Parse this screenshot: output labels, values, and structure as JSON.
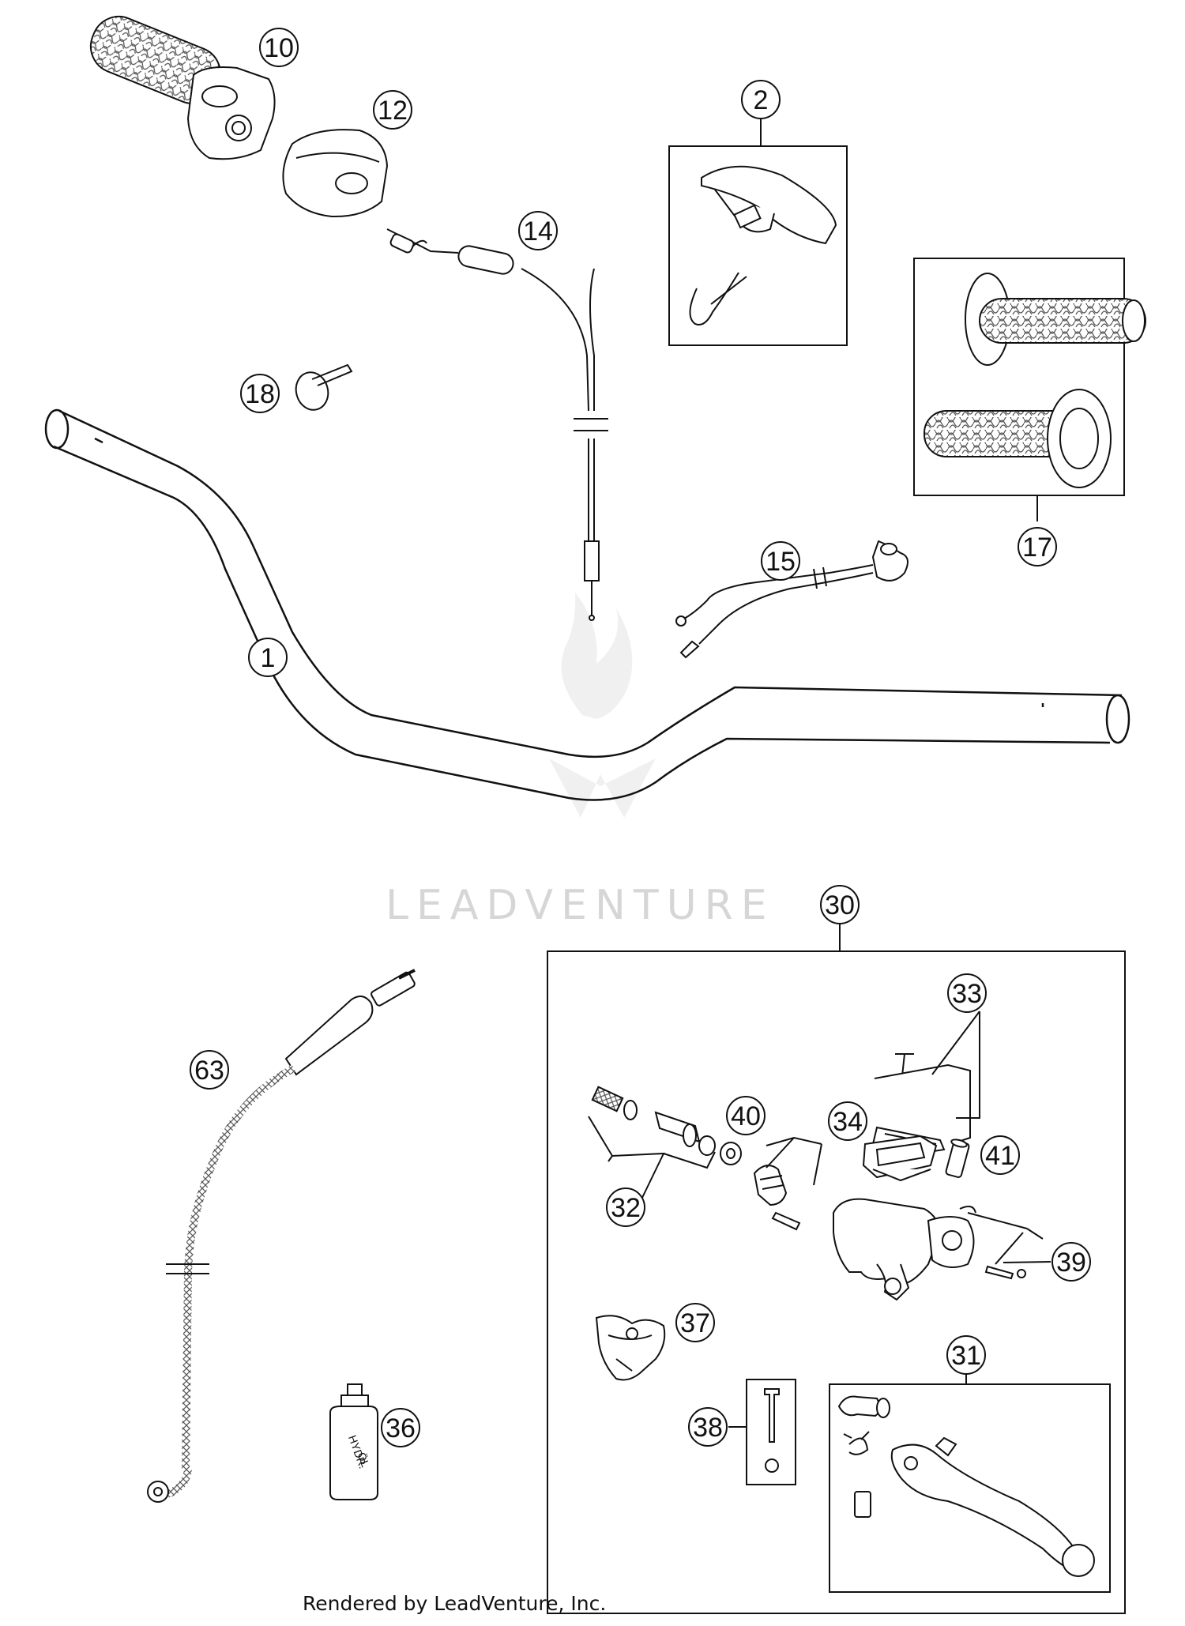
{
  "diagram": {
    "callouts": [
      "1",
      "2",
      "10",
      "12",
      "14",
      "15",
      "17",
      "18",
      "30",
      "31",
      "32",
      "33",
      "34",
      "36",
      "37",
      "38",
      "39",
      "40",
      "41",
      "63"
    ],
    "watermark": {
      "text": "LEADVENTURE",
      "icon": "leadventure-flame-logo"
    },
    "footer": {
      "credit": "Rendered by LeadVenture, Inc."
    },
    "bottle_label": {
      "line1": "HYDR.",
      "line2": "ÖL"
    },
    "colors": {
      "line": "#111111",
      "watermark": "#d6d6d6",
      "background": "#ffffff"
    }
  }
}
